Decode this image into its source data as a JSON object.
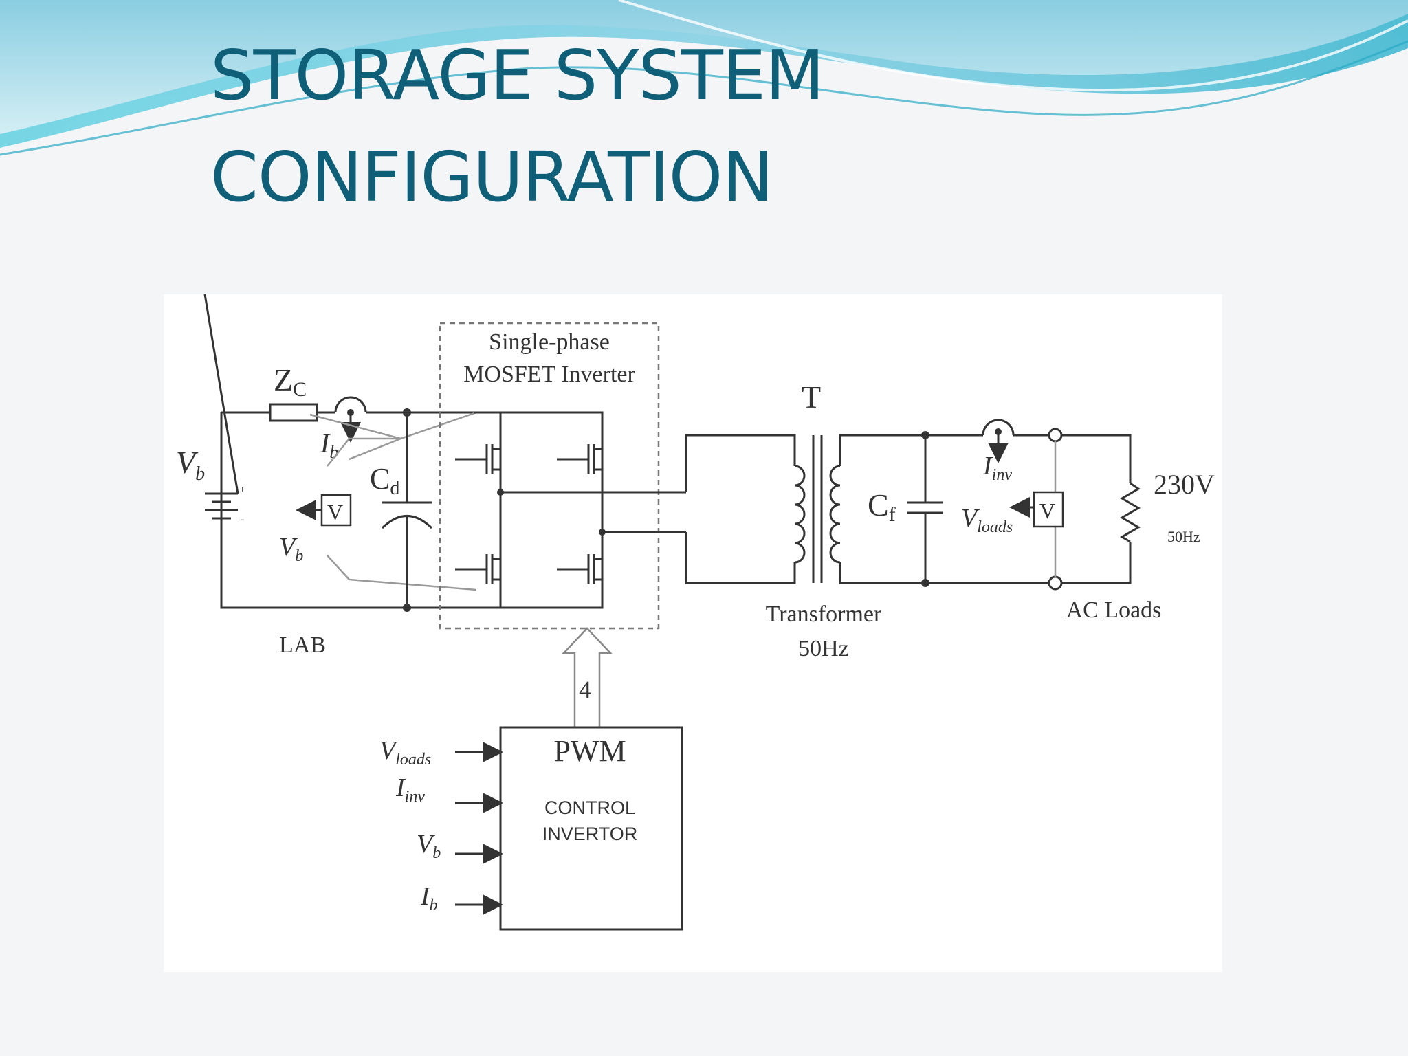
{
  "slide": {
    "title_line1": "STORAGE SYSTEM",
    "title_line2": "CONFIGURATION"
  },
  "colors": {
    "title": "#0f5f78",
    "wave_teal": "#4fc6d9",
    "wave_light": "#a9e2ec",
    "wire": "#333333"
  },
  "diagram": {
    "inverter_label_1": "Single-phase",
    "inverter_label_2": "MOSFET Inverter",
    "zc_main": "Z",
    "zc_sub": "C",
    "vb_main": "V",
    "vb_sub": "b",
    "ib_main": "I",
    "ib_sub": "b",
    "cd_main": "C",
    "cd_sub": "d",
    "meter_label": "V",
    "meter_vb_main": "V",
    "meter_vb_sub": "b",
    "lab_label": "LAB",
    "transformer_symbol": "T",
    "transformer_label_1": "Transformer",
    "transformer_label_2": "50Hz",
    "cf_main": "C",
    "cf_sub": "f",
    "iinv_main": "I",
    "iinv_sub": "inv",
    "vloads_main": "V",
    "vloads_sub": "loads",
    "load_voltage": "230V",
    "load_freq": "50Hz",
    "ac_loads_label": "AC Loads",
    "gate_count": "4",
    "pwm_label": "PWM",
    "control_line1": "CONTROL",
    "control_line2": "INVERTOR",
    "inputs": [
      {
        "main": "V",
        "sub": "loads"
      },
      {
        "main": "I",
        "sub": "inv"
      },
      {
        "main": "V",
        "sub": "b"
      },
      {
        "main": "I",
        "sub": "b"
      }
    ]
  }
}
